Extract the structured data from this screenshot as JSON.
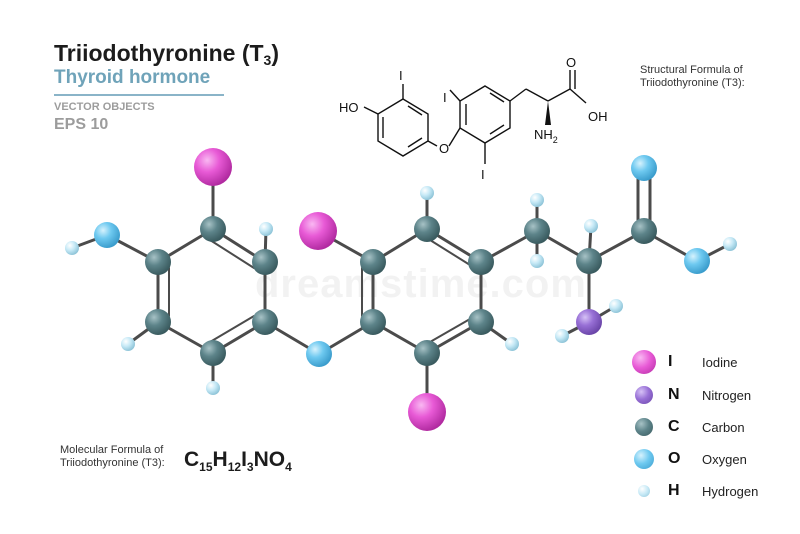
{
  "header": {
    "title": "Triiodothyronine (T",
    "title_sub": "3",
    "title_close": ")",
    "subtitle": "Thyroid hormone",
    "vector_label": "VECTOR OBJECTS",
    "eps_label": "EPS 10"
  },
  "structural": {
    "caption_line1": "Structural  Formula of",
    "caption_line2": "Triiodothyronine (T3):",
    "labels": {
      "ho": "HO",
      "i1": "I",
      "i2": "I",
      "i3": "I",
      "o_link": "O",
      "o_acid": "O",
      "oh": "OH",
      "nh": "NH",
      "nh_sub": "2"
    }
  },
  "molecular": {
    "caption_line1": "Molecular Formula of",
    "caption_line2": "Triiodothyronine (T3):",
    "formula_parts": [
      "C",
      "15",
      "H",
      "12",
      "I",
      "3",
      "N",
      "O",
      "4"
    ]
  },
  "watermark": "dreamstime.com",
  "colors": {
    "iodine": "#e85ad6",
    "nitrogen": "#9870d6",
    "carbon": "#5d848a",
    "oxygen": "#6ec9f0",
    "hydrogen": "#c6e9f6",
    "bond": "#4b4b4b"
  },
  "legend": [
    {
      "symbol": "I",
      "name": "Iodine",
      "color_key": "iodine"
    },
    {
      "symbol": "N",
      "name": "Nitrogen",
      "color_key": "nitrogen"
    },
    {
      "symbol": "C",
      "name": "Carbon",
      "color_key": "carbon"
    },
    {
      "symbol": "O",
      "name": "Oxygen",
      "color_key": "oxygen"
    },
    {
      "symbol": "H",
      "name": "Hydrogen",
      "color_key": "hydrogen"
    }
  ]
}
